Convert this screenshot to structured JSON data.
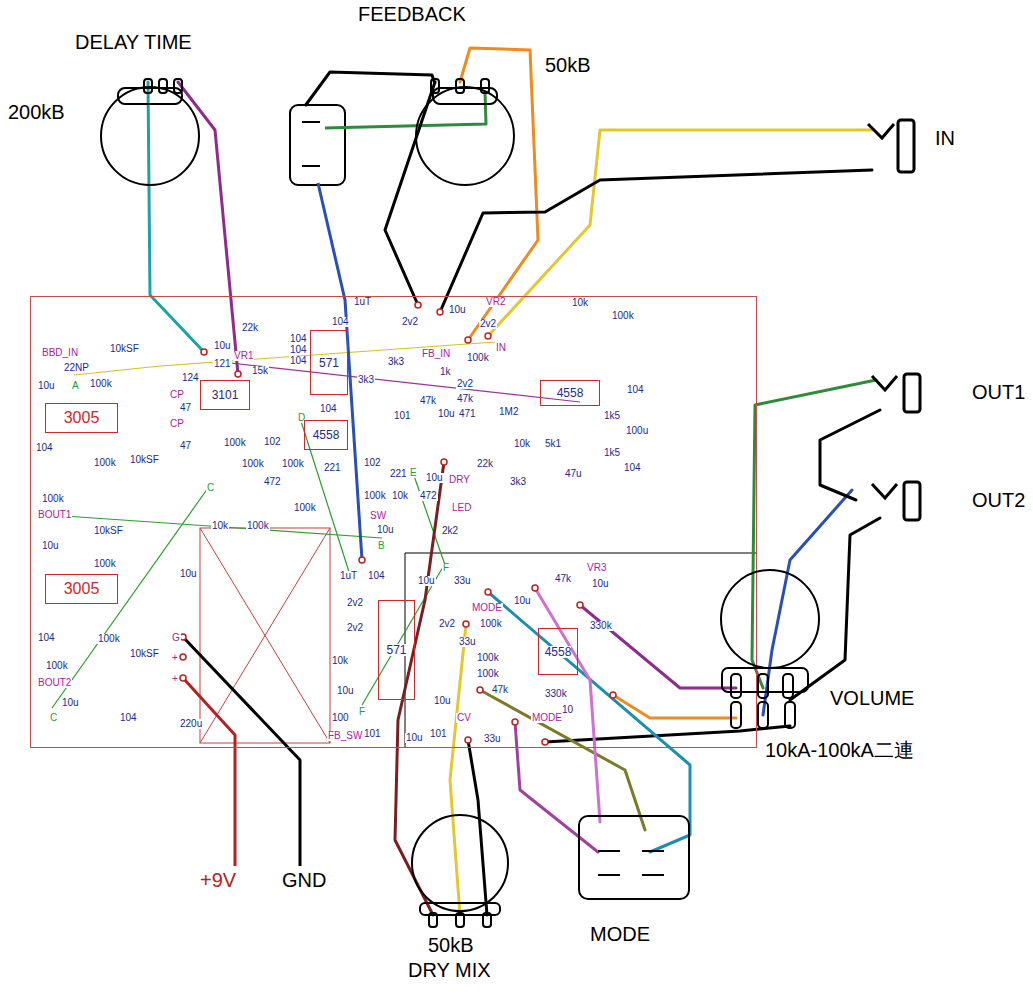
{
  "diagram": {
    "nodes": [
      {
        "text": [
          "DELAY TIME",
          "200kB"
        ]
      },
      {
        "text": [
          "FEEDBACK",
          "50kB"
        ]
      },
      {
        "text": [
          "IN"
        ]
      },
      {
        "text": [
          "1uT",
          "10u",
          "VR2",
          "10k",
          "100k",
          "2v2",
          "2v2",
          "104",
          "22k",
          "104",
          "104",
          "104",
          "10u",
          "VR1",
          "121",
          "15k",
          "BBD_IN",
          "10kSF",
          "22NP",
          "10u",
          "100k",
          "124",
          "CP",
          "47",
          "CP",
          "47",
          "104",
          "100k",
          "10kSF",
          "100k",
          "BOUT1",
          "10u",
          "10kSF",
          "100k",
          "100k",
          "104",
          "100k",
          "BOUT2",
          "10kSF",
          "10u",
          "104",
          "220u",
          "10u",
          "10k",
          "100k",
          "100k",
          "102",
          "100k",
          "100k",
          "472",
          "221",
          "100k",
          "104",
          "3k3",
          "3k3",
          "FB_IN",
          "IN",
          "1k",
          "100k",
          "2v2",
          "47k",
          "47k",
          "101",
          "10u",
          "471",
          "1M2",
          "10k",
          "5k1",
          "1k5",
          "1k5",
          "104",
          "100u",
          "22k",
          "3k3",
          "47u",
          "104",
          "102",
          "221",
          "100k",
          "10k",
          "10u",
          "DRY",
          "472",
          "LED",
          "SW",
          "10u",
          "2k2",
          "A",
          "D",
          "C",
          "E",
          "B",
          "F",
          "F",
          "C",
          "1uT",
          "104",
          "10u",
          "33u",
          "2v2",
          "2v2",
          "2v2",
          "33u",
          "MODE",
          "10u",
          "47k",
          "10u",
          "VR3",
          "100k",
          "330k",
          "100k",
          "100k",
          "47k",
          "330k",
          "10",
          "CV",
          "10u",
          "10k",
          "10u",
          "100",
          "FB_SW",
          "101",
          "10u",
          "101",
          "33u",
          "MODE",
          "G",
          "+",
          "+"
        ]
      },
      {
        "text": [
          "3101"
        ],
        "in": 3
      },
      {
        "text": [
          "3005"
        ],
        "in": 3
      },
      {
        "text": [
          "3005"
        ],
        "in": 3
      },
      {
        "text": [
          "571"
        ],
        "in": 3
      },
      {
        "text": [
          "4558"
        ],
        "in": 3
      },
      {
        "text": [
          "4558"
        ],
        "in": 3
      },
      {
        "text": [
          "571"
        ],
        "in": 3
      },
      {
        "text": [
          "4558"
        ],
        "in": 3
      },
      {
        "text": [
          "OUT1"
        ]
      },
      {
        "text": [
          "OUT2"
        ]
      },
      {
        "text": [
          "VOLUME",
          "10kA-100kA二連"
        ]
      },
      {
        "text": [
          "50kB",
          "DRY MIX"
        ]
      },
      {
        "text": [
          "MODE"
        ]
      }
    ],
    "edges": [
      {
        "from": 0,
        "to": 3,
        "arrow": "none"
      },
      {
        "from": 0,
        "to": 3,
        "arrow": "none"
      },
      {
        "from": 1,
        "to": 3,
        "arrow": "none"
      },
      {
        "from": 1,
        "to": 3,
        "arrow": "none"
      },
      {
        "from": 2,
        "to": 3,
        "arrow": "none"
      },
      {
        "from": 2,
        "to": 3,
        "arrow": "none"
      },
      {
        "from": 12,
        "to": 14,
        "arrow": "none"
      },
      {
        "from": 13,
        "to": 14,
        "arrow": "none"
      },
      {
        "from": 12,
        "to": 13,
        "arrow": "none"
      },
      {
        "from": 13,
        "to": 14,
        "arrow": "none"
      },
      {
        "from": 14,
        "to": 3,
        "arrow": "none"
      },
      {
        "from": 14,
        "to": 3,
        "arrow": "none"
      },
      {
        "from": 14,
        "to": 3,
        "arrow": "none"
      },
      {
        "from": 15,
        "to": 3,
        "arrow": "none"
      },
      {
        "from": 15,
        "to": 3,
        "arrow": "none"
      },
      {
        "from": 15,
        "to": 3,
        "arrow": "none"
      },
      {
        "from": 16,
        "to": 3,
        "arrow": "none"
      },
      {
        "from": 16,
        "to": 3,
        "arrow": "none"
      },
      {
        "from": 16,
        "to": 3,
        "arrow": "none"
      },
      {
        "from": 16,
        "to": 3,
        "arrow": "none"
      }
    ],
    "labels": [
      "+9V",
      "GND"
    ]
  }
}
